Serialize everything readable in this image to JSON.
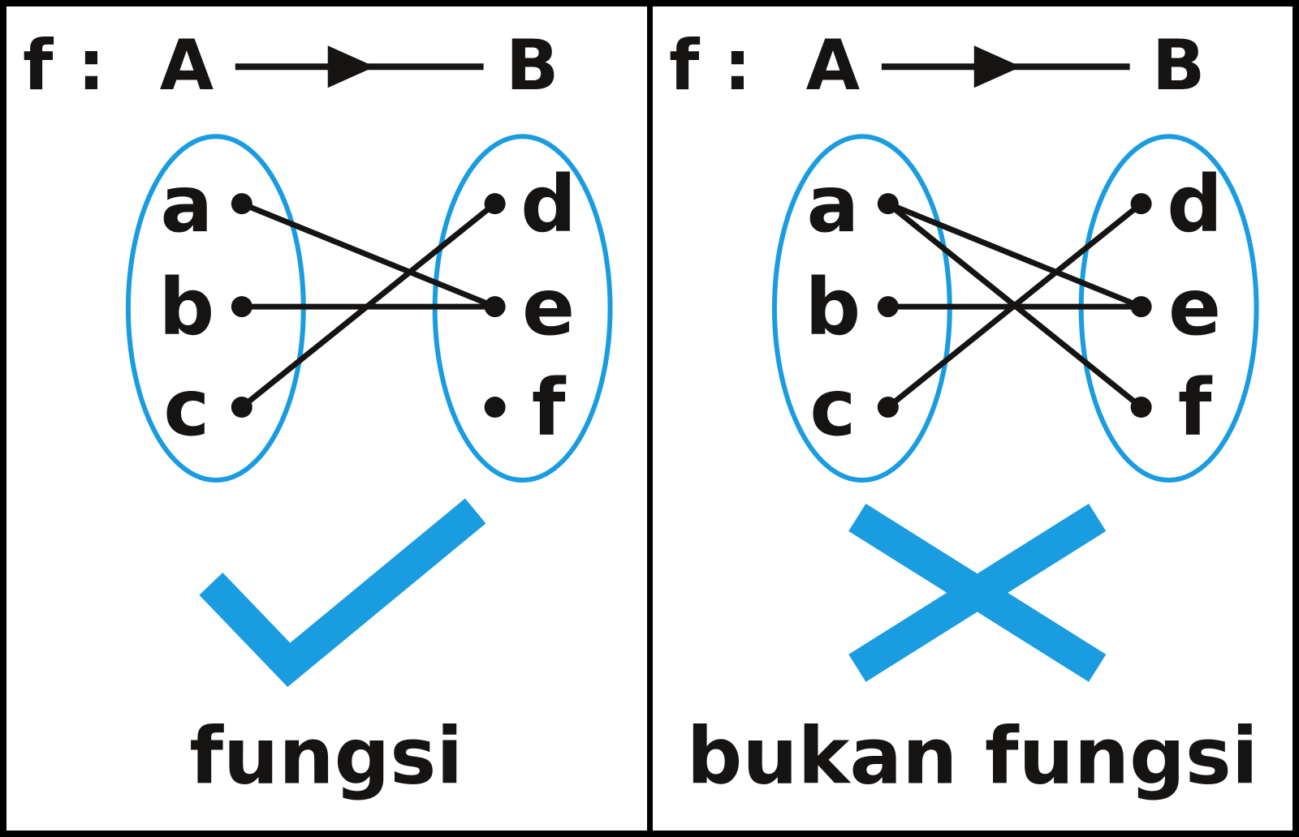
{
  "colors": {
    "accent_blue": "#1A9CE0",
    "ink_black": "#161413"
  },
  "panels": [
    {
      "header": {
        "function_label": "f :",
        "domain_label": "A",
        "codomain_label": "B"
      },
      "set_a": {
        "members": [
          "a",
          "b",
          "c"
        ]
      },
      "set_b": {
        "members": [
          "d",
          "e",
          "f"
        ]
      },
      "mappings": [
        [
          "a",
          "e"
        ],
        [
          "b",
          "e"
        ],
        [
          "c",
          "d"
        ]
      ],
      "verdict": {
        "symbol": "check",
        "label": "fungsi"
      }
    },
    {
      "header": {
        "function_label": "f :",
        "domain_label": "A",
        "codomain_label": "B"
      },
      "set_a": {
        "members": [
          "a",
          "b",
          "c"
        ]
      },
      "set_b": {
        "members": [
          "d",
          "e",
          "f"
        ]
      },
      "mappings": [
        [
          "a",
          "e"
        ],
        [
          "a",
          "f"
        ],
        [
          "b",
          "e"
        ],
        [
          "c",
          "d"
        ]
      ],
      "verdict": {
        "symbol": "cross",
        "label": "bukan fungsi"
      }
    }
  ]
}
